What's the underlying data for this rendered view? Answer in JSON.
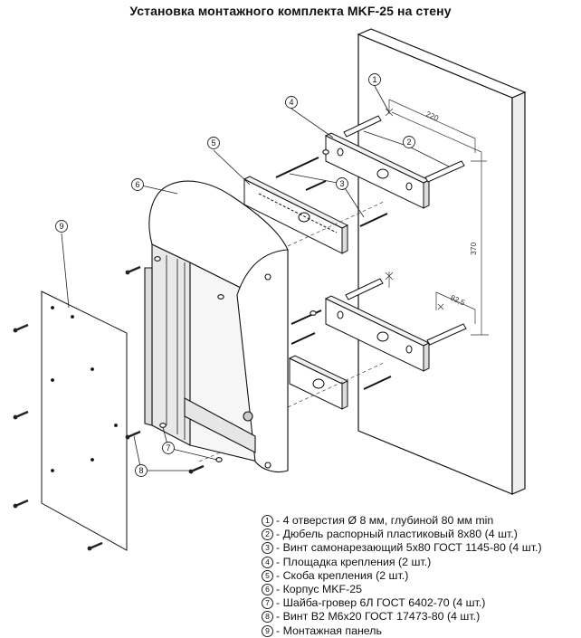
{
  "title": "Установка монтажного комплекта MKF-25 на стену",
  "dimensions": {
    "width": "220",
    "height": "370",
    "offset": "82,5"
  },
  "callouts": [
    "1",
    "2",
    "3",
    "4",
    "5",
    "6",
    "7",
    "8",
    "9"
  ],
  "legend": [
    {
      "num": "1",
      "text": "- 4 отверстия Ø 8 мм, глубиной 80 мм min"
    },
    {
      "num": "2",
      "text": "- Дюбель распорный пластиковый 8х80 (4 шт.)"
    },
    {
      "num": "3",
      "text": "- Винт самонарезающий 5х80 ГОСТ 1145-80 (4 шт.)"
    },
    {
      "num": "4",
      "text": "- Площадка крепления (2 шт.)"
    },
    {
      "num": "5",
      "text": "- Скоба крепления (2 шт.)"
    },
    {
      "num": "6",
      "text": "- Корпус MKF-25"
    },
    {
      "num": "7",
      "text": "- Шайба-гровер 6Л ГОСТ 6402-70 (4 шт.)"
    },
    {
      "num": "8",
      "text": "- Винт В2 М6х20 ГОСТ 17473-80 (4 шт.)"
    },
    {
      "num": "9",
      "text": "- Монтажная панель"
    }
  ]
}
